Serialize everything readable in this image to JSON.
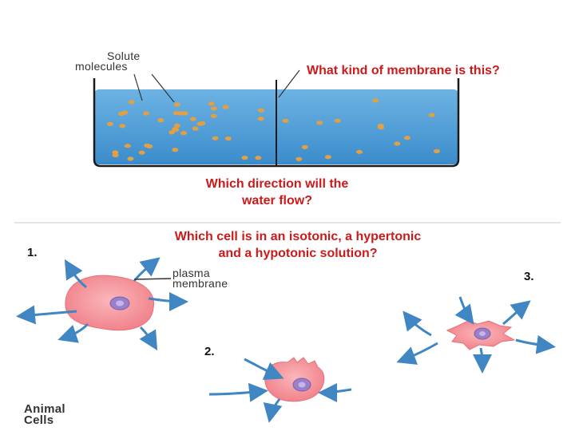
{
  "beaker": {
    "label_line1": "Solute",
    "label_line2": "molecules",
    "question": "What kind of membrane is this?",
    "water_color": "#4f9fd6",
    "water_color_dark": "#2f7fc0",
    "solute_color": "#e3a042"
  },
  "questions": {
    "flow_line1": "Which direction will the",
    "flow_line2": "water flow?",
    "solution_line1": "Which cell is in an isotonic, a hypertonic",
    "solution_line2": "and a hypotonic solution?"
  },
  "cells": {
    "num1": "1.",
    "num2": "2.",
    "num3": "3.",
    "plasma_line1": "plasma",
    "plasma_line2": "membrane",
    "caption_line1": "Animal",
    "caption_line2": "Cells",
    "cell_color": "#f59aa0",
    "nucleus_color": "#9a7fc9",
    "arrow_color": "#3f86c2"
  },
  "colors": {
    "question_red": "#cc1a1a",
    "divider": "#c8c8c8"
  }
}
